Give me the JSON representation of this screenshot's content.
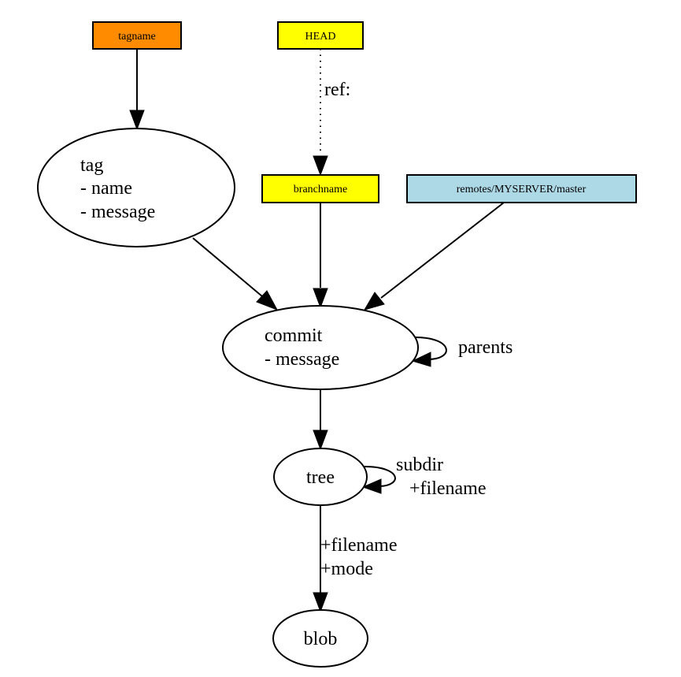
{
  "diagram": {
    "title": "Git object model",
    "nodes": {
      "tagname": {
        "label": "tagname",
        "shape": "box",
        "color": "#ff8c00"
      },
      "head": {
        "label": "HEAD",
        "shape": "box",
        "color": "#ffff00"
      },
      "branchname": {
        "label": "branchname",
        "shape": "box",
        "color": "#ffff00"
      },
      "remote": {
        "label": "remotes/MYSERVER/master",
        "shape": "box",
        "color": "#add8e6"
      },
      "tag": {
        "shape": "ellipse",
        "lines": [
          "tag",
          "- name",
          "- message"
        ]
      },
      "commit": {
        "shape": "ellipse",
        "lines": [
          "commit",
          "- message"
        ]
      },
      "tree": {
        "shape": "ellipse",
        "label": "tree"
      },
      "blob": {
        "shape": "ellipse",
        "label": "blob"
      }
    },
    "edges": [
      {
        "from": "tagname",
        "to": "tag",
        "label": ""
      },
      {
        "from": "head",
        "to": "branchname",
        "label": "ref:",
        "style": "dotted"
      },
      {
        "from": "tag",
        "to": "commit",
        "label": ""
      },
      {
        "from": "branchname",
        "to": "commit",
        "label": ""
      },
      {
        "from": "remote",
        "to": "commit",
        "label": ""
      },
      {
        "from": "commit",
        "to": "commit",
        "label": "parents"
      },
      {
        "from": "commit",
        "to": "tree",
        "label": ""
      },
      {
        "from": "tree",
        "to": "tree",
        "label_lines": [
          "subdir",
          "  +filename"
        ]
      },
      {
        "from": "tree",
        "to": "blob",
        "label_lines": [
          "+filename",
          "+mode"
        ]
      }
    ]
  }
}
